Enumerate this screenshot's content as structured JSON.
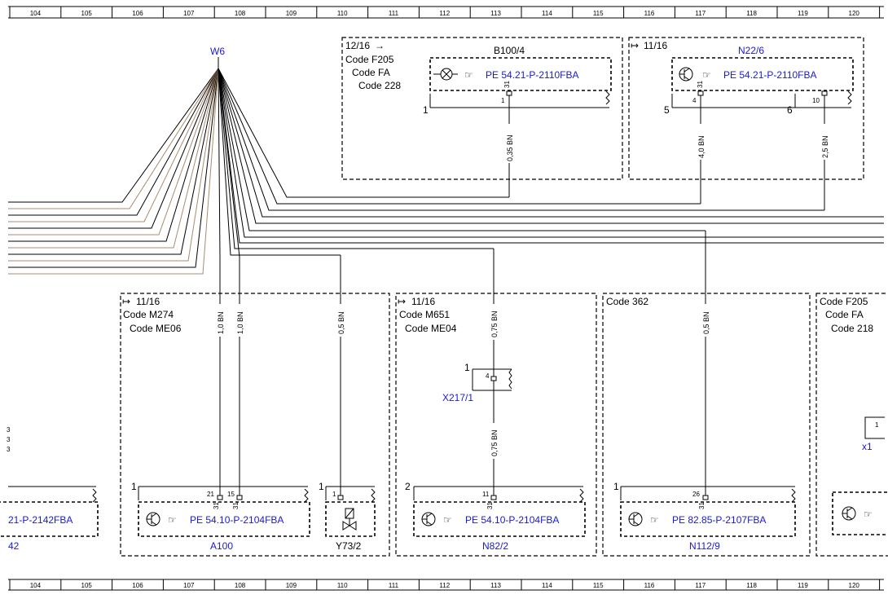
{
  "ruler": {
    "columns": [
      "104",
      "105",
      "106",
      "107",
      "108",
      "109",
      "110",
      "111",
      "112",
      "113",
      "114",
      "115",
      "116",
      "117",
      "118",
      "119",
      "120"
    ]
  },
  "connector": {
    "name": "W6"
  },
  "top_boxes": [
    {
      "page_ref": "12/16",
      "codes": [
        "Code F205",
        "Code FA",
        "Code 228"
      ],
      "component": "B100/4",
      "ref": "PE 54.21-P-2110FBA",
      "pin_top": "31",
      "ground_left": "1",
      "pin_right": "1",
      "wire": "0,35 BN",
      "icon": "lamp-icon"
    },
    {
      "page_ref": "11/16",
      "codes": [],
      "component": "N22/6",
      "ref": "PE 54.21-P-2110FBA",
      "pin_top": "31",
      "ground_left": "5",
      "pin_mid": "4",
      "ground_right": "6",
      "pin_right": "10",
      "wires": [
        "4,0 BN",
        "2,5 BN"
      ],
      "icon": "transistor-icon"
    }
  ],
  "bottom_boxes": [
    {
      "page_ref": "11/16",
      "codes": [
        "Code M274",
        "Code ME06"
      ],
      "wires": [
        "1,0 BN",
        "1,0 BN",
        "0,5 BN"
      ],
      "module": {
        "name": "A100",
        "ref": "PE 54.10-P-2104FBA",
        "ground": "1",
        "pins": [
          "21",
          "15"
        ],
        "pin_sub": "31"
      },
      "valve": {
        "name": "Y73/2",
        "ground": "1",
        "pin": "1"
      }
    },
    {
      "page_ref": "11/16",
      "codes": [
        "Code M651",
        "Code ME04"
      ],
      "wire_top": "0,75 BN",
      "wire_bottom": "0,75 BN",
      "connector": {
        "name": "X217/1",
        "ground": "1",
        "pin": "4"
      },
      "module": {
        "name": "N82/2",
        "ref": "PE 54.10-P-2104FBA",
        "ground": "2",
        "pin": "11",
        "pin_sub": "31"
      }
    },
    {
      "page_ref": "",
      "codes": [
        "Code 362"
      ],
      "wire": "0,5 BN",
      "module": {
        "name": "N112/9",
        "ref": "PE 82.85-P-2107FBA",
        "ground": "1",
        "pin": "26",
        "pin_sub": "31"
      }
    },
    {
      "codes": [
        "Code F205",
        "Code FA",
        "Code 218"
      ],
      "connector_label": "x1"
    }
  ],
  "left_partial": {
    "ref": "21-P-2142FBA",
    "label": "42"
  }
}
